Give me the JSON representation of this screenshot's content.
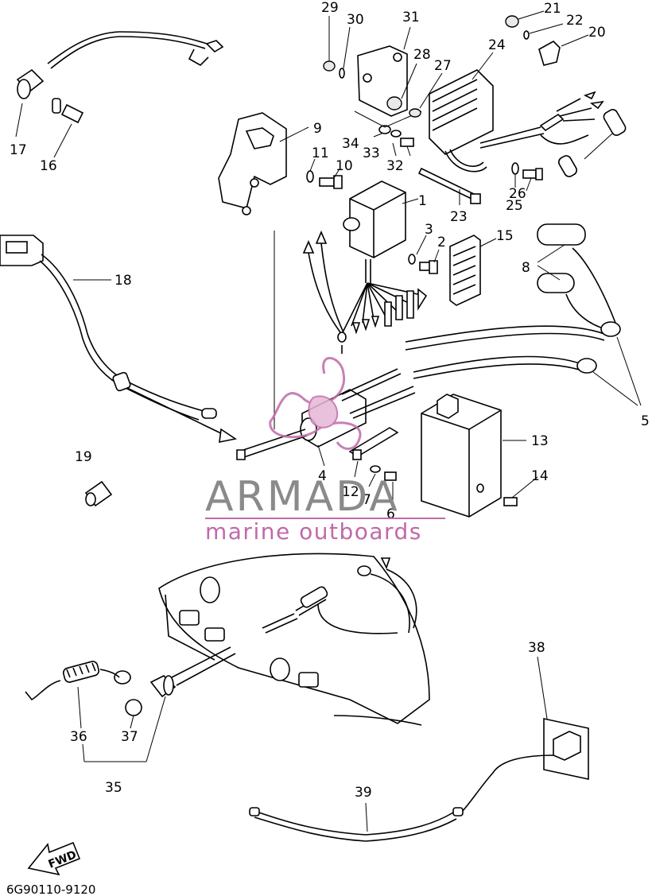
{
  "diagram": {
    "callouts": [
      "1",
      "2",
      "3",
      "4",
      "5",
      "6",
      "7",
      "8",
      "9",
      "10",
      "11",
      "12",
      "13",
      "14",
      "15",
      "16",
      "17",
      "18",
      "19",
      "20",
      "21",
      "22",
      "23",
      "24",
      "25",
      "26",
      "27",
      "28",
      "29",
      "30",
      "31",
      "32",
      "33",
      "34",
      "35",
      "36",
      "37",
      "38",
      "39"
    ],
    "direction_label": "FWD",
    "drawing_code": "6G90110-9120"
  },
  "watermark": {
    "brand": "ARMADA",
    "tagline": "marine outboards",
    "brand_color": "#8a8a8a",
    "accent_color": "#c06aa8"
  },
  "colors": {
    "line": "#000000",
    "background": "#ffffff"
  }
}
